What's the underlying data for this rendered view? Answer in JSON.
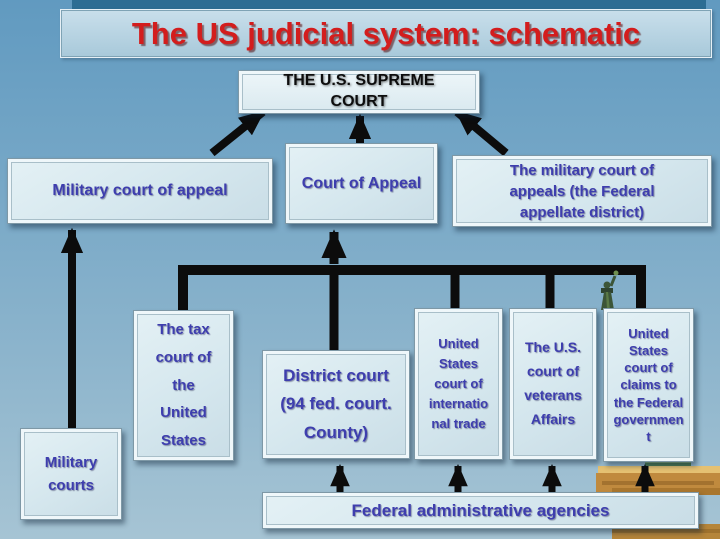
{
  "slide": {
    "title": "The US judicial system: schematic"
  },
  "nodes": {
    "supreme_court": {
      "label": "THE U.S. SUPREME\nCOURT"
    },
    "military_court_of_appeal": {
      "label": "Military court of appeal"
    },
    "court_of_appeal": {
      "label": "Court of Appeal"
    },
    "military_court_of_appeals_federal": {
      "label": "The military court of\nappeals (the Federal\nappellate district)"
    },
    "tax_court": {
      "label": "The tax\ncourt of\nthe\nUnited\nStates"
    },
    "district_court": {
      "label": "District court\n(94 fed. court.\nCounty)"
    },
    "international_trade_court": {
      "label": "United\nStates\ncourt of\ninternatio\nnal trade"
    },
    "veterans_court": {
      "label": "The U.S.\ncourt of\nveterans\nAffairs"
    },
    "claims_court": {
      "label": "United\nStates\ncourt of\nclaims to\nthe Federal\ngovernmen\nt"
    },
    "military_courts": {
      "label": "Military\ncourts"
    },
    "federal_agencies": {
      "label": "Federal administrative agencies"
    }
  },
  "images": {
    "statue": "statue-of-liberty"
  },
  "colors": {
    "title_red": "#d31d1d",
    "node_text_purple": "#3e3eae",
    "node_fill": "#d5e7ee",
    "connector_black": "#0c0c0c",
    "background_top": "#619ac0",
    "background_bottom": "#a6c4d4",
    "pedestal_tan": "#c08a3e",
    "statue_green": "#3c5537"
  }
}
